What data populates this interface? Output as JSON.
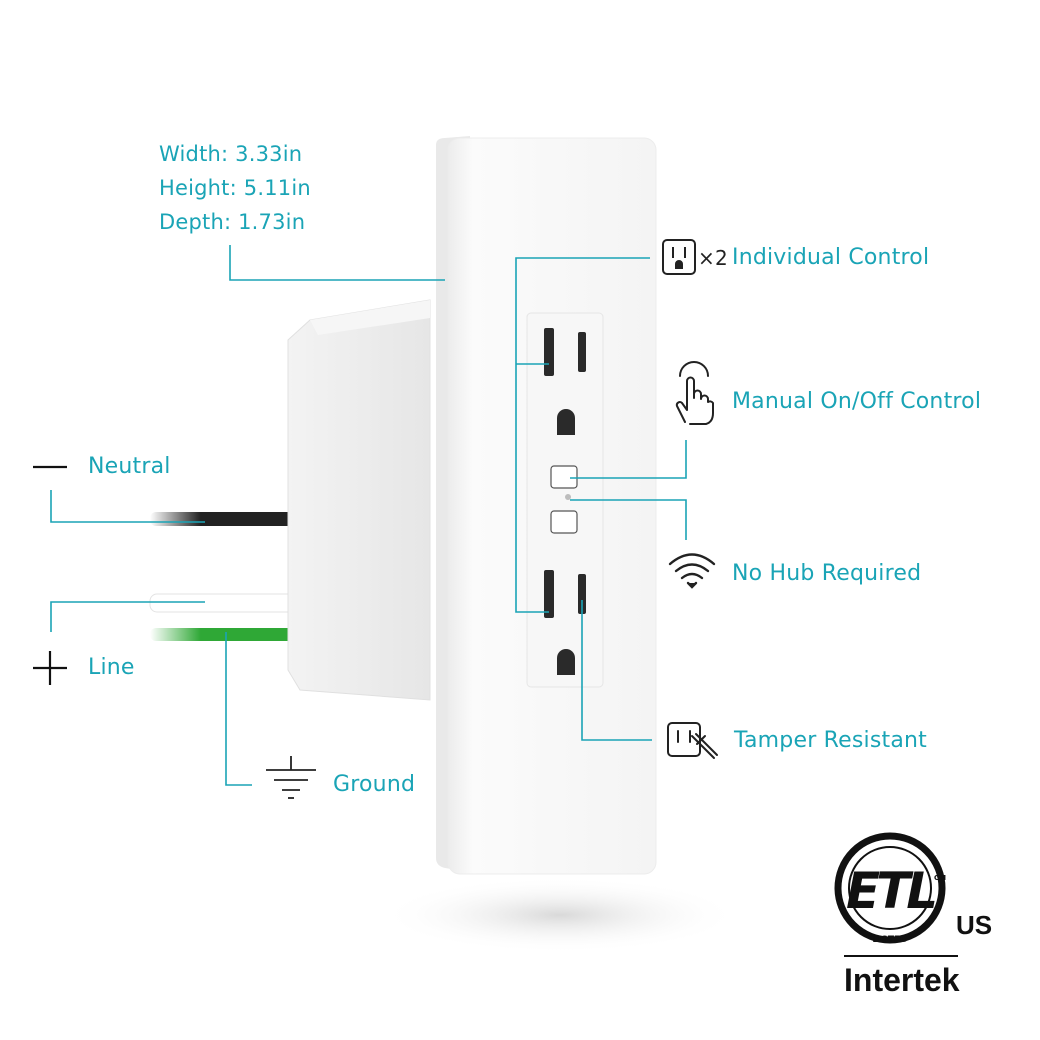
{
  "dimensions": {
    "width": "Width: 3.33in",
    "height": "Height: 5.11in",
    "depth": "Depth: 1.73in"
  },
  "features": [
    {
      "icon": "outlet-icon",
      "multiplier": "×2",
      "label": "Individual Control"
    },
    {
      "icon": "hand-tap-icon",
      "label": "Manual On/Off Control"
    },
    {
      "icon": "wifi-icon",
      "label": "No Hub Required"
    },
    {
      "icon": "tamper-resistant-outlet-icon",
      "label": "Tamper Resistant"
    }
  ],
  "wires": {
    "neutral": {
      "label": "Neutral",
      "symbol": "—",
      "color": "#222222"
    },
    "line": {
      "label": "Line",
      "symbol": "+",
      "color": "#ffffff"
    },
    "ground": {
      "label": "Ground",
      "symbol": "ground-icon",
      "color": "#2fa836"
    }
  },
  "certification": {
    "mark": "ETL",
    "listed": "LISTED",
    "cm": "CM",
    "region": "US",
    "company": "Intertek"
  },
  "colors": {
    "accent": "#1aa4b6",
    "plate": "#f7f7f7",
    "ground_wire": "#2fa836"
  }
}
